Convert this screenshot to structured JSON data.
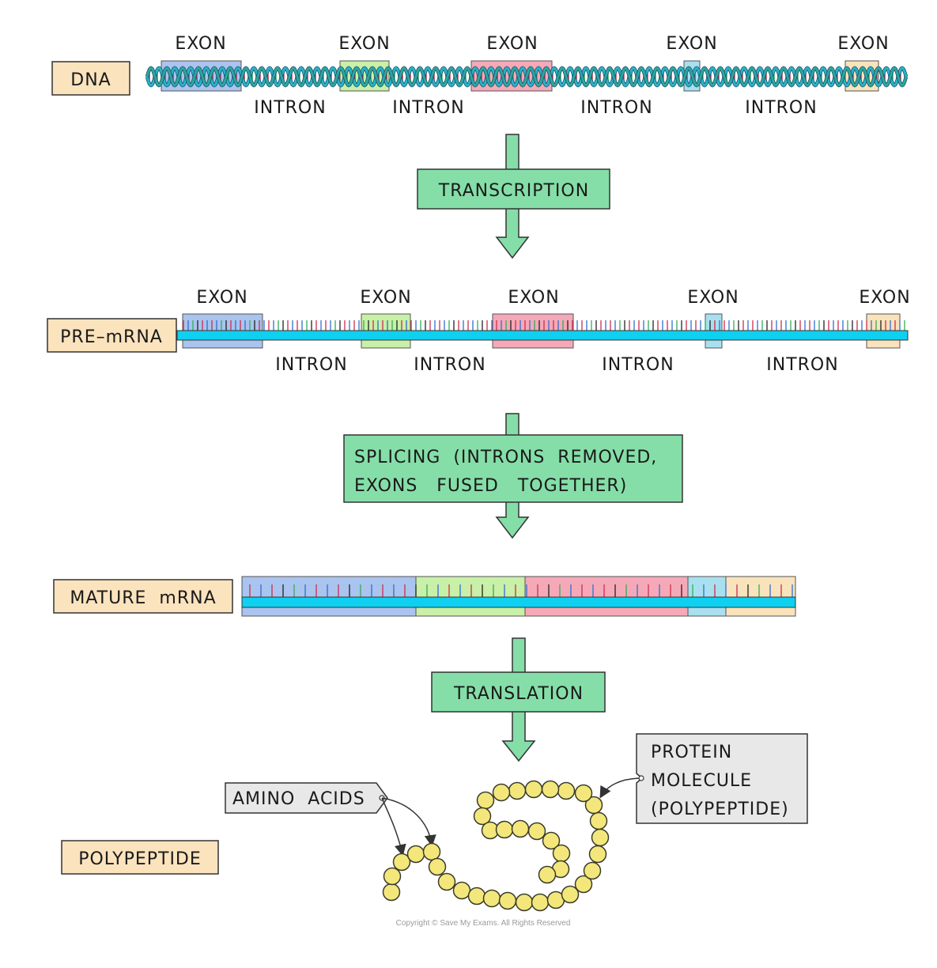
{
  "colors": {
    "exon_blue": "#a9c4ee",
    "exon_green": "#c8f0a8",
    "exon_pink": "#f5a9b8",
    "exon_cyan": "#a8e0f0",
    "exon_tan": "#f8e3bc",
    "label_box": "#fbe3bd",
    "process_box": "#85dea8",
    "mrna_strand": "#0fd0f0",
    "amino_acid": "#f3e77c",
    "callout_box": "#e8e8e8"
  },
  "dna": {
    "label": "DNA",
    "exon_labels": [
      "EXON",
      "EXON",
      "EXON",
      "EXON",
      "EXON"
    ],
    "intron_labels": [
      "INTRON",
      "INTRON",
      "INTRON",
      "INTRON"
    ]
  },
  "transcription": {
    "label": "TRANSCRIPTION"
  },
  "pre_mrna": {
    "label": "PRE–mRNA",
    "exon_labels": [
      "EXON",
      "EXON",
      "EXON",
      "EXON",
      "EXON"
    ],
    "intron_labels": [
      "INTRON",
      "INTRON",
      "INTRON",
      "INTRON"
    ]
  },
  "splicing": {
    "line1": "SPLICING  (INTRONS  REMOVED,",
    "line2": "EXONS   FUSED   TOGETHER)"
  },
  "mature_mrna": {
    "label": "MATURE  mRNA"
  },
  "translation": {
    "label": "TRANSLATION"
  },
  "polypeptide": {
    "label": "POLYPEPTIDE",
    "amino_acids_callout": "AMINO  ACIDS",
    "protein_callout": [
      "PROTEIN",
      "MOLECULE",
      "(POLYPEPTIDE)"
    ]
  },
  "copyright": "Copyright © Save My Exams. All Rights Reserved"
}
